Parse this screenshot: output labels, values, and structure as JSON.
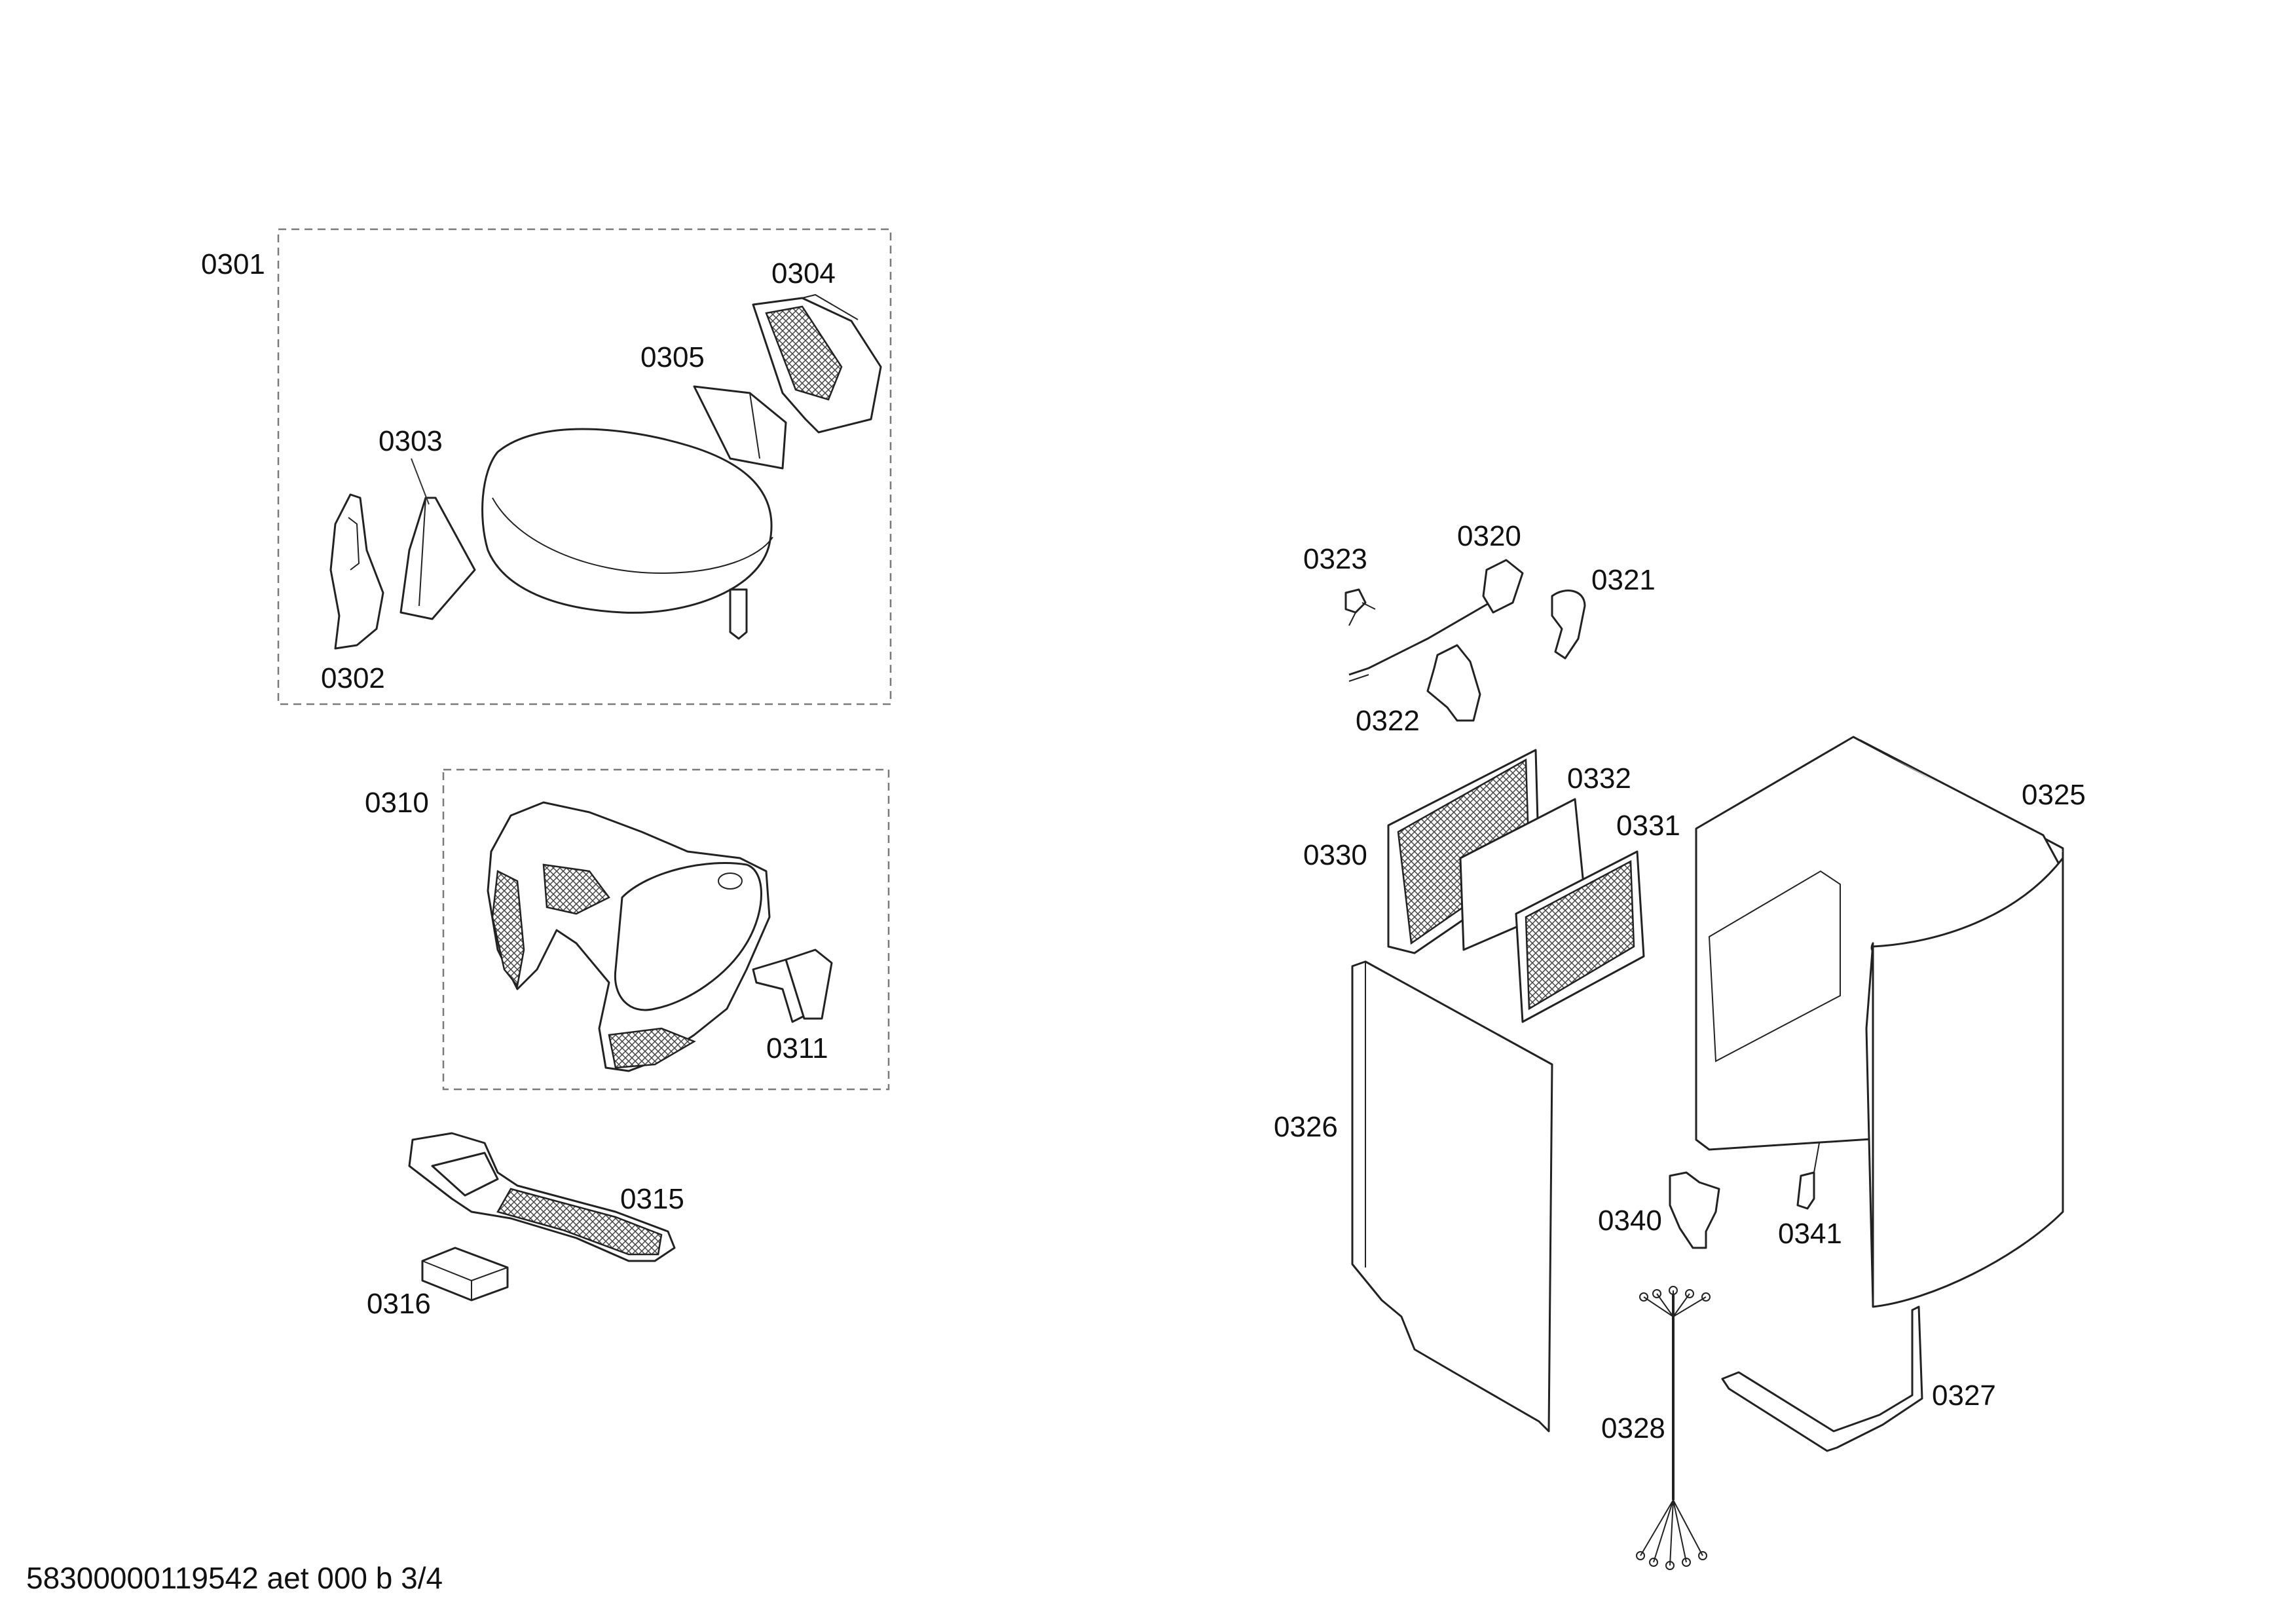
{
  "labels": {
    "p0301": "0301",
    "p0302": "0302",
    "p0303": "0303",
    "p0304": "0304",
    "p0305": "0305",
    "p0310": "0310",
    "p0311": "0311",
    "p0315": "0315",
    "p0316": "0316",
    "p0320": "0320",
    "p0321": "0321",
    "p0322": "0322",
    "p0323": "0323",
    "p0325": "0325",
    "p0326": "0326",
    "p0327": "0327",
    "p0328": "0328",
    "p0330": "0330",
    "p0331": "0331",
    "p0332": "0332",
    "p0340": "0340",
    "p0341": "0341"
  },
  "footer": "58300000119542 aet 000 b 3/4"
}
